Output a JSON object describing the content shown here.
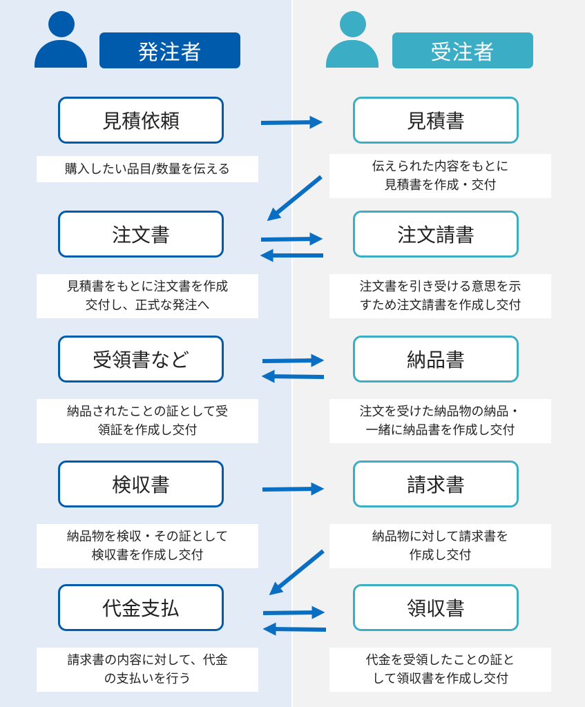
{
  "colors": {
    "orderer": "#005bac",
    "contractor": "#3badc4",
    "arrow": "#0a6fc2"
  },
  "headers": {
    "orderer": {
      "label": "発注者",
      "icon": "person-icon"
    },
    "contractor": {
      "label": "受注者",
      "icon": "person-icon"
    }
  },
  "rows": [
    {
      "orderer": {
        "doc": "見積依頼",
        "desc": "購入したい品目/数量を伝える"
      },
      "contractor": {
        "doc": "見積書",
        "desc": "伝えられた内容をもとに\n見積書を作成・交付"
      },
      "flow": [
        "right"
      ],
      "diagonal_after": true
    },
    {
      "orderer": {
        "doc": "注文書",
        "desc": "見積書をもとに注文書を作成\n交付し、正式な発注へ"
      },
      "contractor": {
        "doc": "注文請書",
        "desc": "注文書を引き受ける意思を示\nすため注文請書を作成し交付"
      },
      "flow": [
        "right",
        "left"
      ],
      "diagonal_after": false
    },
    {
      "orderer": {
        "doc": "受領書など",
        "desc": "納品されたことの証として受\n領証を作成し交付"
      },
      "contractor": {
        "doc": "納品書",
        "desc": "注文を受けた納品物の納品・\n一緒に納品書を作成し交付"
      },
      "flow": [
        "right",
        "left"
      ],
      "diagonal_after": false
    },
    {
      "orderer": {
        "doc": "検収書",
        "desc": "納品物を検収・その証として\n検収書を作成し交付"
      },
      "contractor": {
        "doc": "請求書",
        "desc": "納品物に対して請求書を\n作成し交付"
      },
      "flow": [
        "right"
      ],
      "diagonal_after": true
    },
    {
      "orderer": {
        "doc": "代金支払",
        "desc": "請求書の内容に対して、代金\nの支払いを行う"
      },
      "contractor": {
        "doc": "領収書",
        "desc": "代金を受領したことの証と\nして領収書を作成し交付"
      },
      "flow": [
        "right",
        "left"
      ],
      "diagonal_after": false
    }
  ]
}
